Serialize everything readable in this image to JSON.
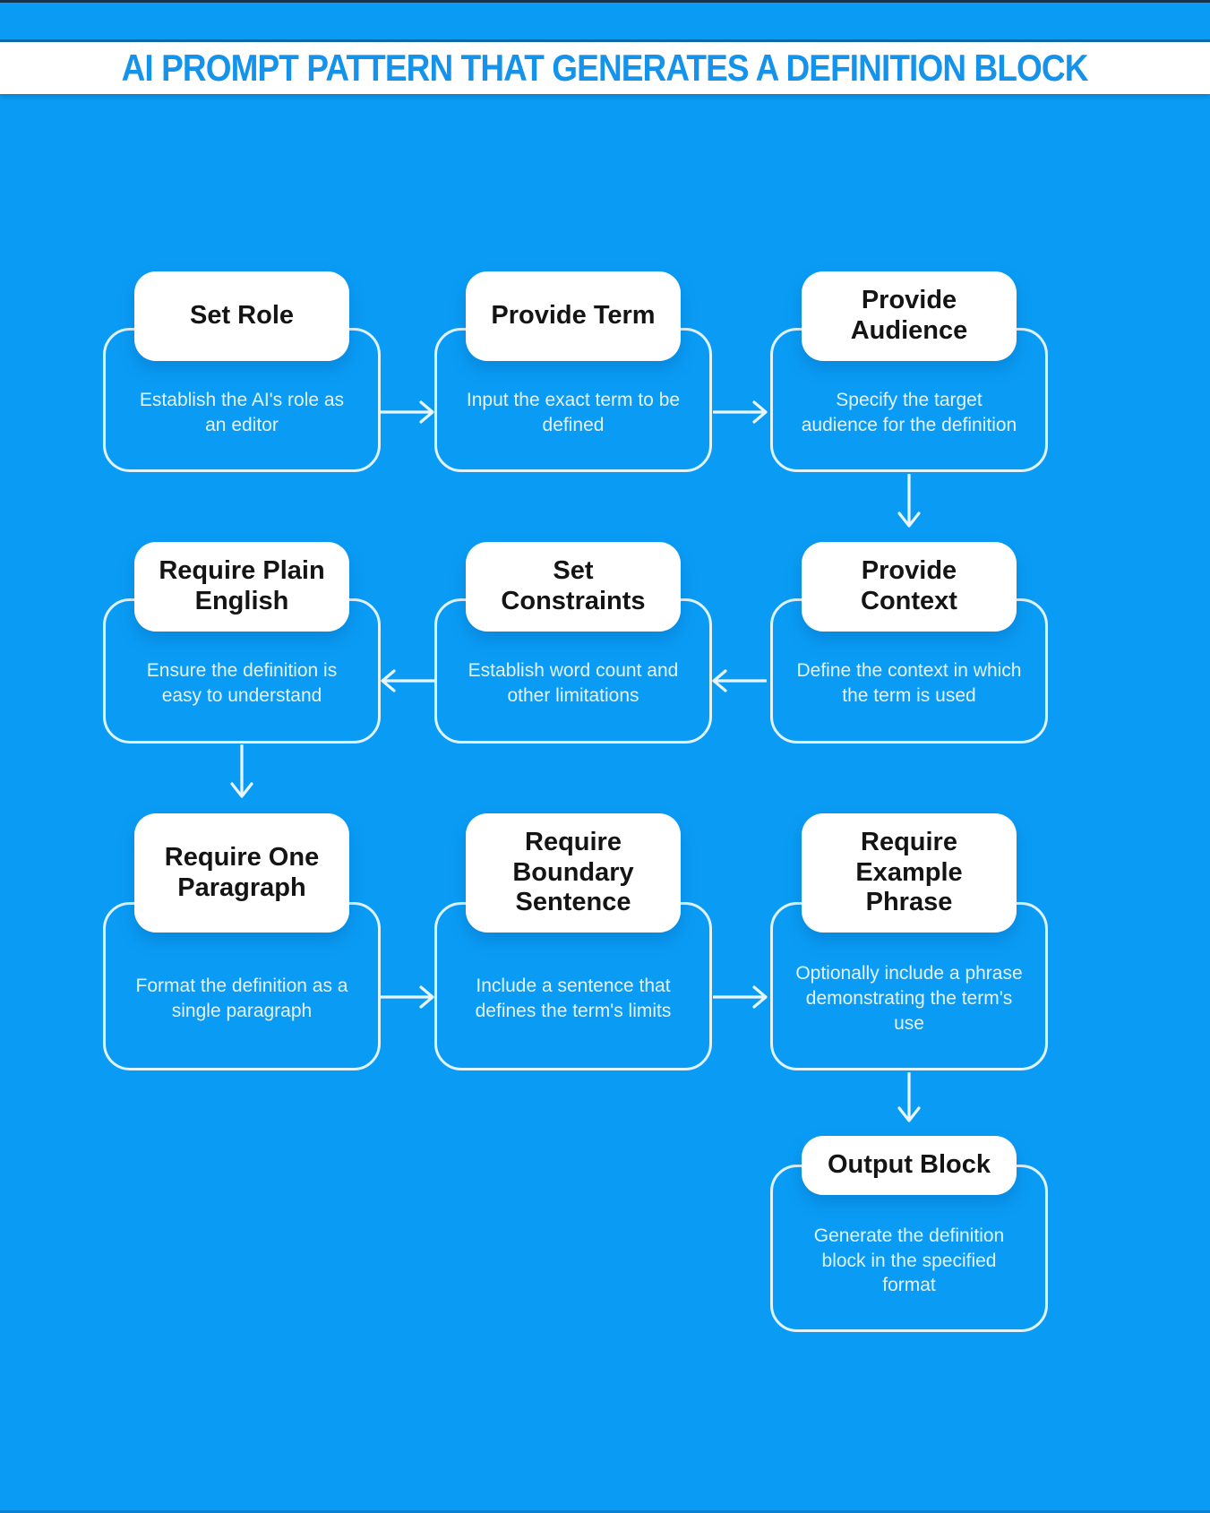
{
  "title": "AI PROMPT PATTERN THAT GENERATES A DEFINITION BLOCK",
  "colors": {
    "background": "#0a9cf5",
    "title_band": "#ffffff",
    "title_text": "#1593ea",
    "node_outline": "#ecf8ff",
    "label_background": "#ffffff",
    "label_text": "#141414",
    "description_text": "#e1f3fe",
    "top_edge_line": "#17344f"
  },
  "nodes": [
    {
      "id": "set-role",
      "label": "Set Role",
      "desc": "Establish the AI's role as\nan editor"
    },
    {
      "id": "provide-term",
      "label": "Provide Term",
      "desc": "Input the exact term to be\ndefined"
    },
    {
      "id": "provide-audience",
      "label": "Provide\nAudience",
      "desc": "Specify the target\naudience for the definition"
    },
    {
      "id": "require-plain-english",
      "label": "Require Plain\nEnglish",
      "desc": "Ensure the definition is\neasy to understand"
    },
    {
      "id": "set-constraints",
      "label": "Set\nConstraints",
      "desc": "Establish word count and\nother limitations"
    },
    {
      "id": "provide-context",
      "label": "Provide\nContext",
      "desc": "Define the context in which\nthe term is used"
    },
    {
      "id": "require-one-paragraph",
      "label": "Require One\nParagraph",
      "desc": "Format the definition as a\nsingle paragraph"
    },
    {
      "id": "require-boundary-sentence",
      "label": "Require\nBoundary\nSentence",
      "desc": "Include a sentence that\ndefines the term's limits"
    },
    {
      "id": "require-example-phrase",
      "label": "Require\nExample\nPhrase",
      "desc": "Optionally include a phrase\ndemonstrating the term's\nuse"
    },
    {
      "id": "output-block",
      "label": "Output Block",
      "desc": "Generate the definition\nblock in the specified\nformat"
    }
  ],
  "connections": [
    {
      "from": "set-role",
      "to": "provide-term",
      "direction": "right"
    },
    {
      "from": "provide-term",
      "to": "provide-audience",
      "direction": "right"
    },
    {
      "from": "provide-audience",
      "to": "provide-context",
      "direction": "down"
    },
    {
      "from": "provide-context",
      "to": "set-constraints",
      "direction": "left"
    },
    {
      "from": "set-constraints",
      "to": "require-plain-english",
      "direction": "left"
    },
    {
      "from": "require-plain-english",
      "to": "require-one-paragraph",
      "direction": "down"
    },
    {
      "from": "require-one-paragraph",
      "to": "require-boundary-sentence",
      "direction": "right"
    },
    {
      "from": "require-boundary-sentence",
      "to": "require-example-phrase",
      "direction": "right"
    },
    {
      "from": "require-example-phrase",
      "to": "output-block",
      "direction": "down"
    }
  ]
}
